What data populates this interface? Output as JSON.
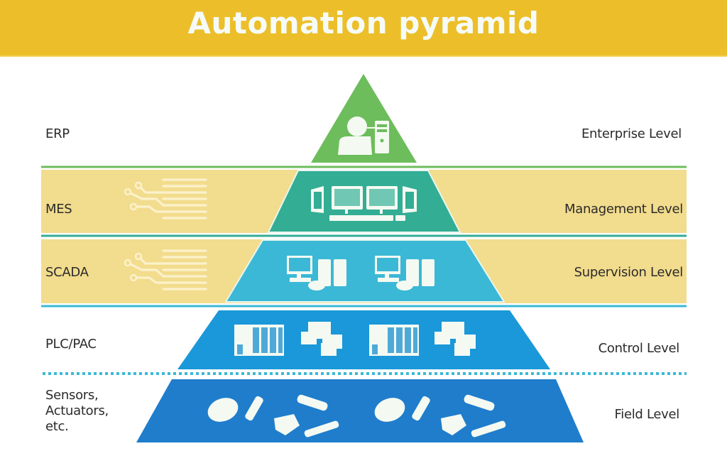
{
  "title": "Automation pyramid",
  "colors": {
    "header_bg": "#ecbf2a",
    "band_bg": "#f2dc8d",
    "enterprise": "#6dbd5c",
    "management": "#33ad94",
    "supervision": "#3bb8d6",
    "control": "#1a98d9",
    "field": "#1f7dcc"
  },
  "levels": [
    {
      "id": "enterprise",
      "system": "ERP",
      "level": "Enterprise Level",
      "icon": "user-workstation-icon"
    },
    {
      "id": "management",
      "system": "MES",
      "level": "Management Level",
      "icon": "multi-monitor-workstation-icon"
    },
    {
      "id": "supervision",
      "system": "SCADA",
      "level": "Supervision Level",
      "icon": "pc-server-icon"
    },
    {
      "id": "control",
      "system": "PLC/PAC",
      "level": "Control Level",
      "icon": "plc-hmi-icon"
    },
    {
      "id": "field",
      "system": "Sensors, Actuators, etc.",
      "system_lines": [
        "Sensors,",
        "Actuators,",
        "etc."
      ],
      "level": "Field Level",
      "icon": "sensors-actuators-icon"
    }
  ],
  "decorations": {
    "band_icon": "circuit-lines-icon"
  }
}
